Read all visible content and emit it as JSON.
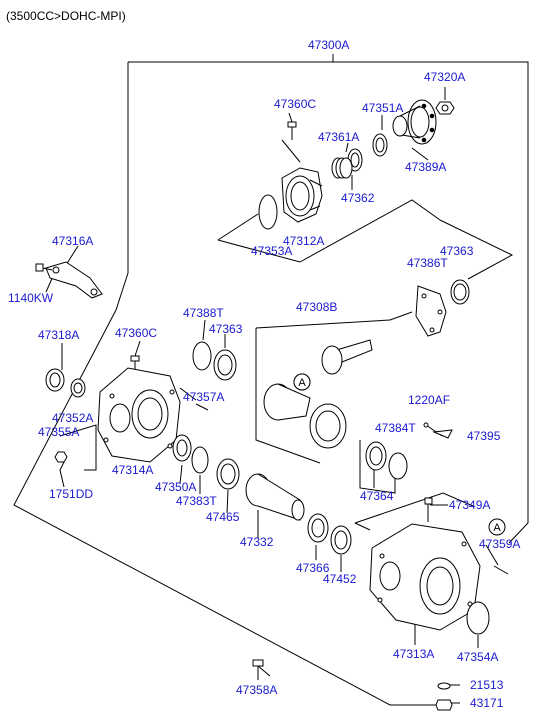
{
  "header": {
    "engine_spec": "(3500CC>DOHC-MPI)"
  },
  "colors": {
    "label": "#1a1ad0",
    "line": "#000000",
    "background": "#ffffff"
  },
  "callouts": {
    "a_top": "A",
    "a_right": "A"
  },
  "parts": [
    {
      "id": "p47300A",
      "number": "47300A"
    },
    {
      "id": "p47320A",
      "number": "47320A"
    },
    {
      "id": "p47360C_top",
      "number": "47360C"
    },
    {
      "id": "p47351A",
      "number": "47351A"
    },
    {
      "id": "p47361A",
      "number": "47361A"
    },
    {
      "id": "p47389A",
      "number": "47389A"
    },
    {
      "id": "p47362",
      "number": "47362"
    },
    {
      "id": "p47353A",
      "number": "47353A"
    },
    {
      "id": "p47312A",
      "number": "47312A"
    },
    {
      "id": "p47316A",
      "number": "47316A"
    },
    {
      "id": "p1140KW",
      "number": "1140KW"
    },
    {
      "id": "p47363_right",
      "number": "47363"
    },
    {
      "id": "p47386T",
      "number": "47386T"
    },
    {
      "id": "p47308B",
      "number": "47308B"
    },
    {
      "id": "p47388T",
      "number": "47388T"
    },
    {
      "id": "p47363_left",
      "number": "47363"
    },
    {
      "id": "p47318A",
      "number": "47318A"
    },
    {
      "id": "p47360C_mid",
      "number": "47360C"
    },
    {
      "id": "p47357A",
      "number": "47357A"
    },
    {
      "id": "p1220AF",
      "number": "1220AF"
    },
    {
      "id": "p47352A",
      "number": "47352A"
    },
    {
      "id": "p47355A",
      "number": "47355A"
    },
    {
      "id": "p47384T",
      "number": "47384T"
    },
    {
      "id": "p47395",
      "number": "47395"
    },
    {
      "id": "p47314A",
      "number": "47314A"
    },
    {
      "id": "p47350A",
      "number": "47350A"
    },
    {
      "id": "p47383T",
      "number": "47383T"
    },
    {
      "id": "p1751DD",
      "number": "1751DD"
    },
    {
      "id": "p47364",
      "number": "47364"
    },
    {
      "id": "p47465",
      "number": "47465"
    },
    {
      "id": "p47349A",
      "number": "47349A"
    },
    {
      "id": "p47332",
      "number": "47332"
    },
    {
      "id": "p47359A",
      "number": "47359A"
    },
    {
      "id": "p47366",
      "number": "47366"
    },
    {
      "id": "p47452",
      "number": "47452"
    },
    {
      "id": "p47313A",
      "number": "47313A"
    },
    {
      "id": "p47354A",
      "number": "47354A"
    },
    {
      "id": "p47358A",
      "number": "47358A"
    },
    {
      "id": "p21513",
      "number": "21513"
    },
    {
      "id": "p43171",
      "number": "43171"
    }
  ]
}
